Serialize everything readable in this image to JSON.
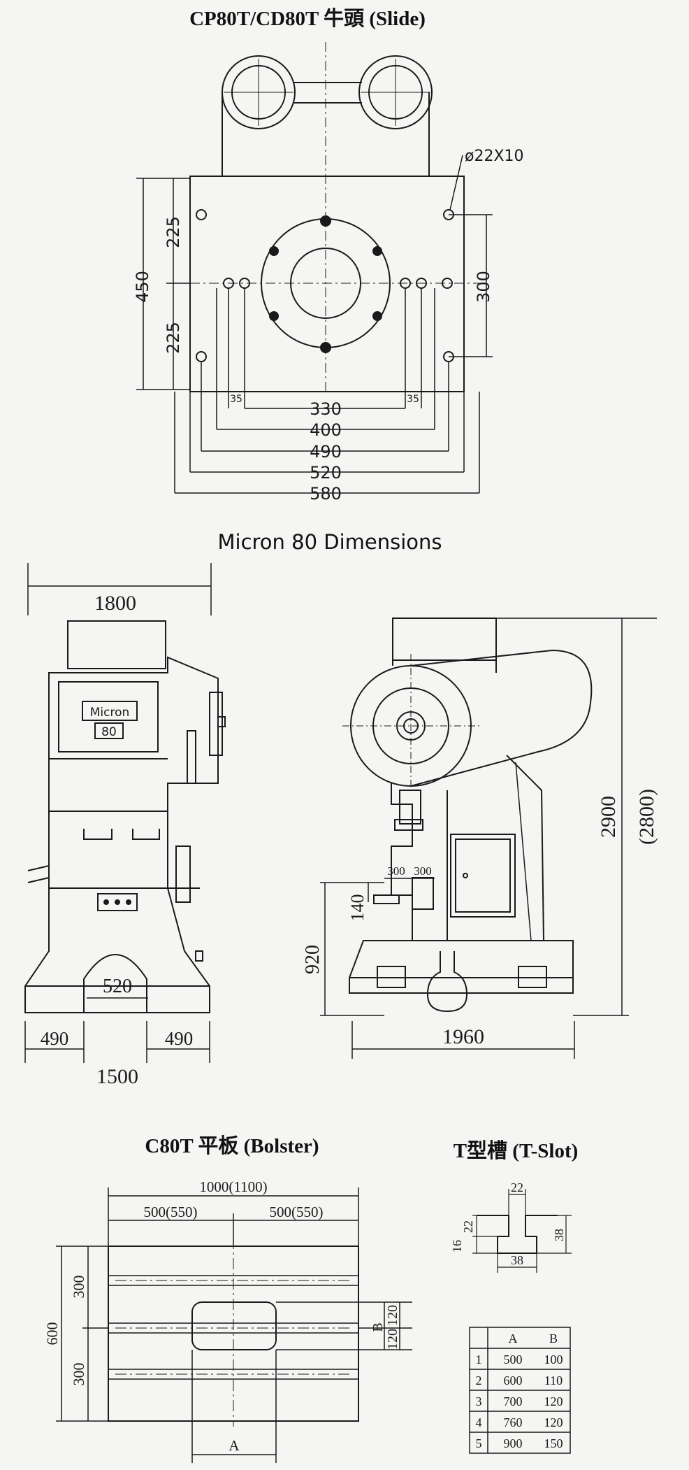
{
  "slide": {
    "title": "CP80T/CD80T 牛頭 (Slide)",
    "hole_note": "ø22X10",
    "dims": {
      "d225_top": "225",
      "d225_bottom": "225",
      "d450": "450",
      "d300": "300",
      "d35_left": "35",
      "d35_right": "35",
      "d330": "330",
      "d400": "400",
      "d490": "490",
      "d520": "520",
      "d580": "580"
    }
  },
  "machine": {
    "title": "Micron 80 Dimensions",
    "logo_text": "Micron",
    "logo_num": "80",
    "front": {
      "d1800": "1800",
      "d520": "520",
      "d490_left": "490",
      "d490_right": "490",
      "d1500": "1500"
    },
    "side": {
      "d2900": "2900",
      "d2800": "(2800)",
      "d920": "920",
      "d140": "140",
      "d300a": "300",
      "d300b": "300",
      "d1960": "1960"
    }
  },
  "bolster": {
    "title": "C80T 平板 (Bolster)",
    "dims": {
      "d1000": "1000(1100)",
      "d500_left": "500(550)",
      "d500_right": "500(550)",
      "d600": "600",
      "d300_top": "300",
      "d300_bottom": "300",
      "d120_top": "120",
      "d120_bottom": "120",
      "label_a": "A",
      "label_b": "B"
    }
  },
  "tslot": {
    "title": "T型槽 (T-Slot)",
    "dims": {
      "d22_top": "22",
      "d16": "16",
      "d22_left": "22",
      "d38_right": "38",
      "d38_bottom": "38"
    }
  },
  "table": {
    "headers": [
      "",
      "A",
      "B"
    ],
    "rows": [
      [
        "1",
        "500",
        "100"
      ],
      [
        "2",
        "600",
        "110"
      ],
      [
        "3",
        "700",
        "120"
      ],
      [
        "4",
        "760",
        "120"
      ],
      [
        "5",
        "900",
        "150"
      ]
    ]
  }
}
